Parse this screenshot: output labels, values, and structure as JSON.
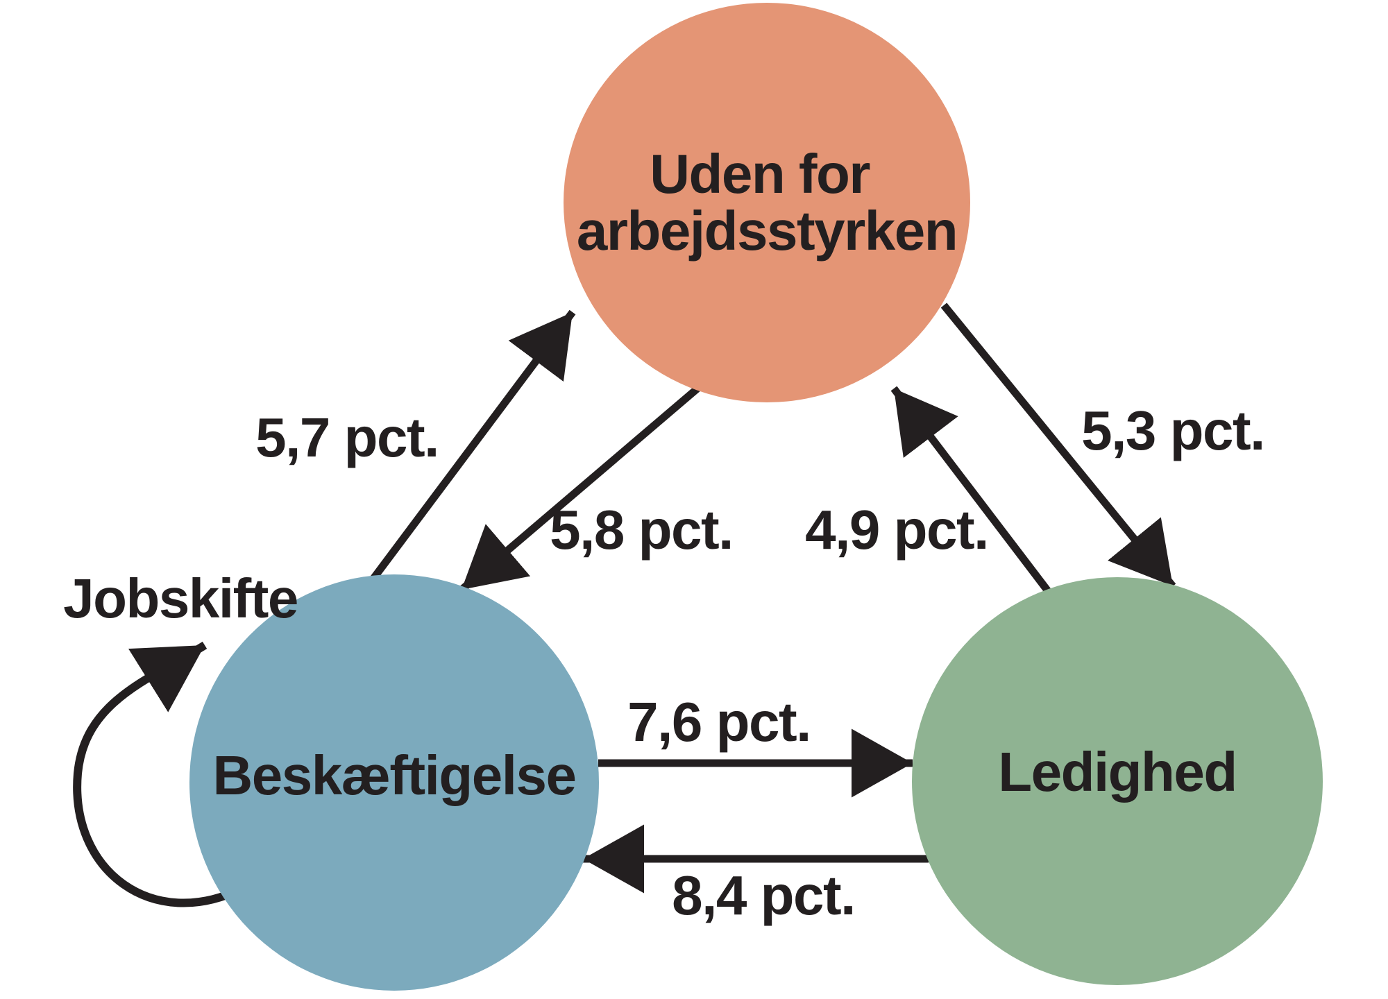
{
  "diagram": {
    "type": "labor-market-flow-diagram",
    "colors": {
      "outside_labor_force_node": "#E49575",
      "employment_node": "#7CAABD",
      "unemployment_node": "#8FB392",
      "arrows_and_text": "#231F20",
      "background": "#FFFFFF"
    },
    "nodes": [
      {
        "id": "uden-for-arbejdsstyrken",
        "label": "Uden for arbejdsstyrken",
        "label_lines": [
          "Uden for",
          "arbejdsstyrken"
        ],
        "color": "#E49575"
      },
      {
        "id": "beskaeftigelse",
        "label": "Beskæftigelse",
        "color": "#7CAABD"
      },
      {
        "id": "ledighed",
        "label": "Ledighed",
        "color": "#8FB392"
      }
    ],
    "edges": [
      {
        "from": "Beskæftigelse",
        "to": "Uden for arbejdsstyrken",
        "label": "5,7 pct.",
        "value_pct": 5.7
      },
      {
        "from": "Uden for arbejdsstyrken",
        "to": "Beskæftigelse",
        "label": "5,8 pct.",
        "value_pct": 5.8
      },
      {
        "from": "Uden for arbejdsstyrken",
        "to": "Ledighed",
        "label": "5,3 pct.",
        "value_pct": 5.3
      },
      {
        "from": "Ledighed",
        "to": "Uden for arbejdsstyrken",
        "label": "4,9 pct.",
        "value_pct": 4.9
      },
      {
        "from": "Beskæftigelse",
        "to": "Ledighed",
        "label": "7,6 pct.",
        "value_pct": 7.6
      },
      {
        "from": "Ledighed",
        "to": "Beskæftigelse",
        "label": "8,4 pct.",
        "value_pct": 8.4
      },
      {
        "from": "Beskæftigelse",
        "to": "Beskæftigelse",
        "label": "Jobskifte",
        "value_pct": null
      }
    ]
  }
}
